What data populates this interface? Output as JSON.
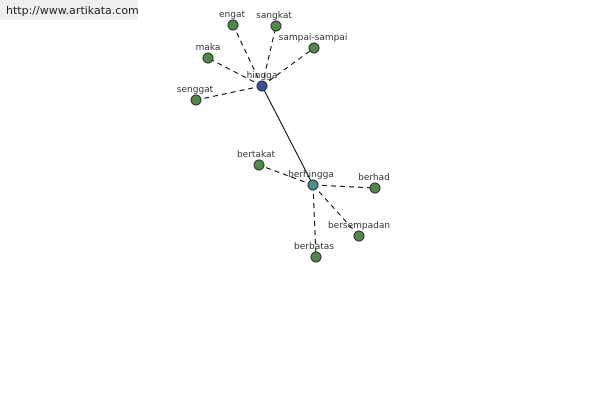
{
  "site": {
    "url": "http://www.artikata.com"
  },
  "colors": {
    "hub_primary": "#3b4f9c",
    "hub_secondary": "#4a8f8c",
    "leaf": "#4e8a46"
  },
  "graph": {
    "hubs": [
      {
        "id": "hingga",
        "label": "hingga",
        "color": "hub_primary"
      },
      {
        "id": "berhingga",
        "label": "berhingga",
        "color": "hub_secondary"
      }
    ],
    "leaves": [
      {
        "id": "engat",
        "label": "engat"
      },
      {
        "id": "sangkat",
        "label": "sangkat"
      },
      {
        "id": "sampai-sampai",
        "label": "sampai-sampai"
      },
      {
        "id": "maka",
        "label": "maka"
      },
      {
        "id": "senggat",
        "label": "senggat"
      },
      {
        "id": "bertakat",
        "label": "bertakat"
      },
      {
        "id": "berhad",
        "label": "berhad"
      },
      {
        "id": "bersempadan",
        "label": "bersempadan"
      },
      {
        "id": "berbatas",
        "label": "berbatas"
      }
    ],
    "edges": [
      {
        "from": "hingga",
        "to": "berhingga",
        "style": "solid"
      },
      {
        "from": "hingga",
        "to": "engat",
        "style": "dashed"
      },
      {
        "from": "hingga",
        "to": "sangkat",
        "style": "dashed"
      },
      {
        "from": "hingga",
        "to": "sampai-sampai",
        "style": "dashed"
      },
      {
        "from": "hingga",
        "to": "maka",
        "style": "dashed"
      },
      {
        "from": "hingga",
        "to": "senggat",
        "style": "dashed"
      },
      {
        "from": "berhingga",
        "to": "bertakat",
        "style": "dashed"
      },
      {
        "from": "berhingga",
        "to": "berhad",
        "style": "dashed"
      },
      {
        "from": "berhingga",
        "to": "bersempadan",
        "style": "dashed"
      },
      {
        "from": "berhingga",
        "to": "berbatas",
        "style": "dashed"
      }
    ]
  }
}
